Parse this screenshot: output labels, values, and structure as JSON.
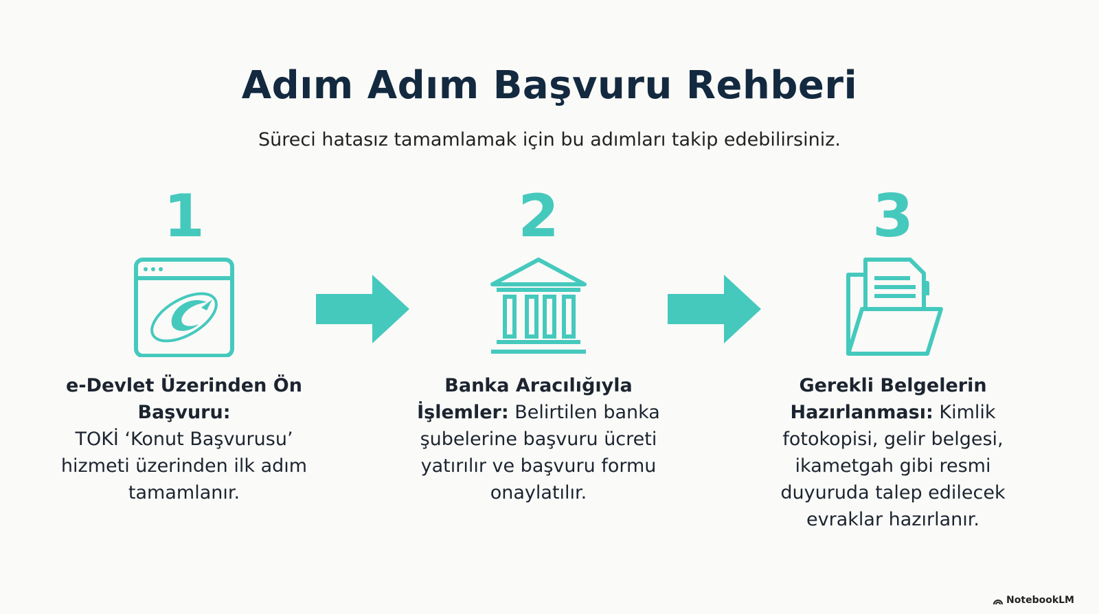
{
  "title": "Adım Adım Başvuru Rehberi",
  "subtitle": "Süreci hatasız tamamlamak için bu adımları takip edebilirsiniz.",
  "accent_color": "#45c9bd",
  "title_color": "#13293f",
  "steps": [
    {
      "number": "1",
      "icon": "browser-edevlet-icon",
      "heading": "e-Devlet Üzerinden Ön Başvuru:",
      "text": "TOKİ ‘Konut Başvurusu’ hizmeti üzerinden ilk adım tamamlanır."
    },
    {
      "number": "2",
      "icon": "bank-icon",
      "heading": "Banka Aracılığıyla İşlemler:",
      "text": "Belirtilen banka şubelerine başvuru ücreti yatırılır ve başvuru formu onaylatılır."
    },
    {
      "number": "3",
      "icon": "folder-document-icon",
      "heading": "Gerekli Belgelerin Hazırlanması:",
      "text": "Kimlik fotokopisi, gelir belgesi, ikametgah gibi resmi duyuruda talep edilecek evraklar hazırlanır."
    }
  ],
  "brand": "NotebookLM"
}
